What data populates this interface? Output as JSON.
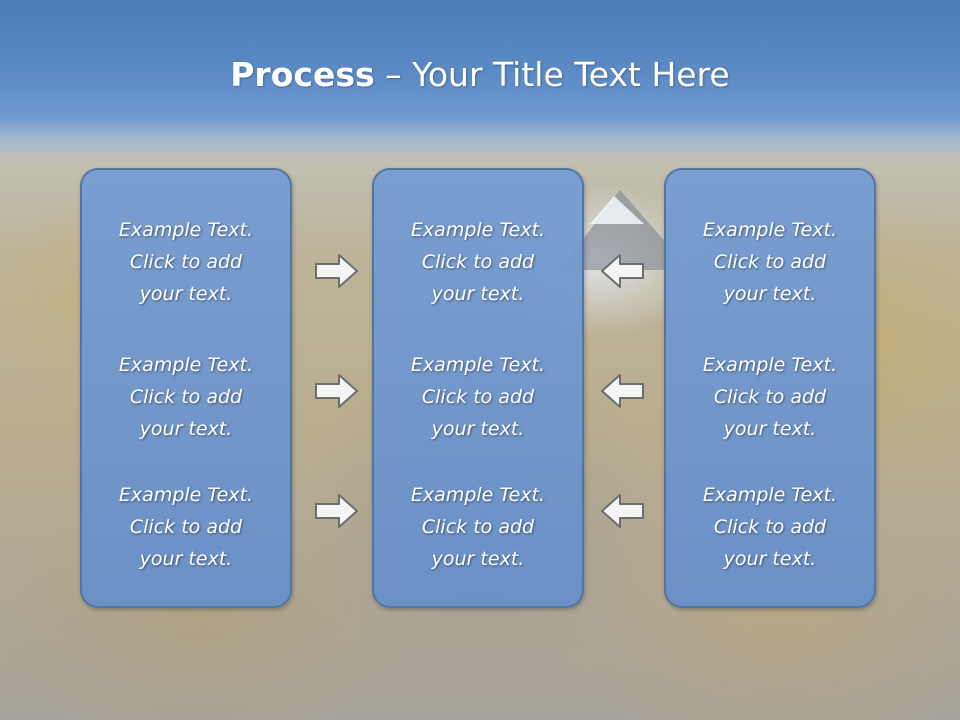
{
  "slide": {
    "title_bold": "Process",
    "title_rest": " – Your Title Text Here",
    "accent_color": "#5b8ac5",
    "columns": [
      {
        "blocks": [
          "Example Text.\nClick  to add\nyour text.",
          "Example Text.\nClick  to add\nyour text.",
          "Example Text.\nClick  to add\nyour text."
        ]
      },
      {
        "blocks": [
          "Example Text.\nClick  to add\nyour text.",
          "Example Text.\nClick  to add\nyour text.",
          "Example Text.\nClick  to add\nyour text."
        ]
      },
      {
        "blocks": [
          "Example Text.\nClick  to add\nyour text.",
          "Example Text.\nClick  to add\nyour text.",
          "Example Text.\nClick  to add\nyour text."
        ]
      }
    ],
    "arrows": {
      "left_to_center": "arrow-right-icon",
      "right_to_center": "arrow-left-icon"
    }
  }
}
